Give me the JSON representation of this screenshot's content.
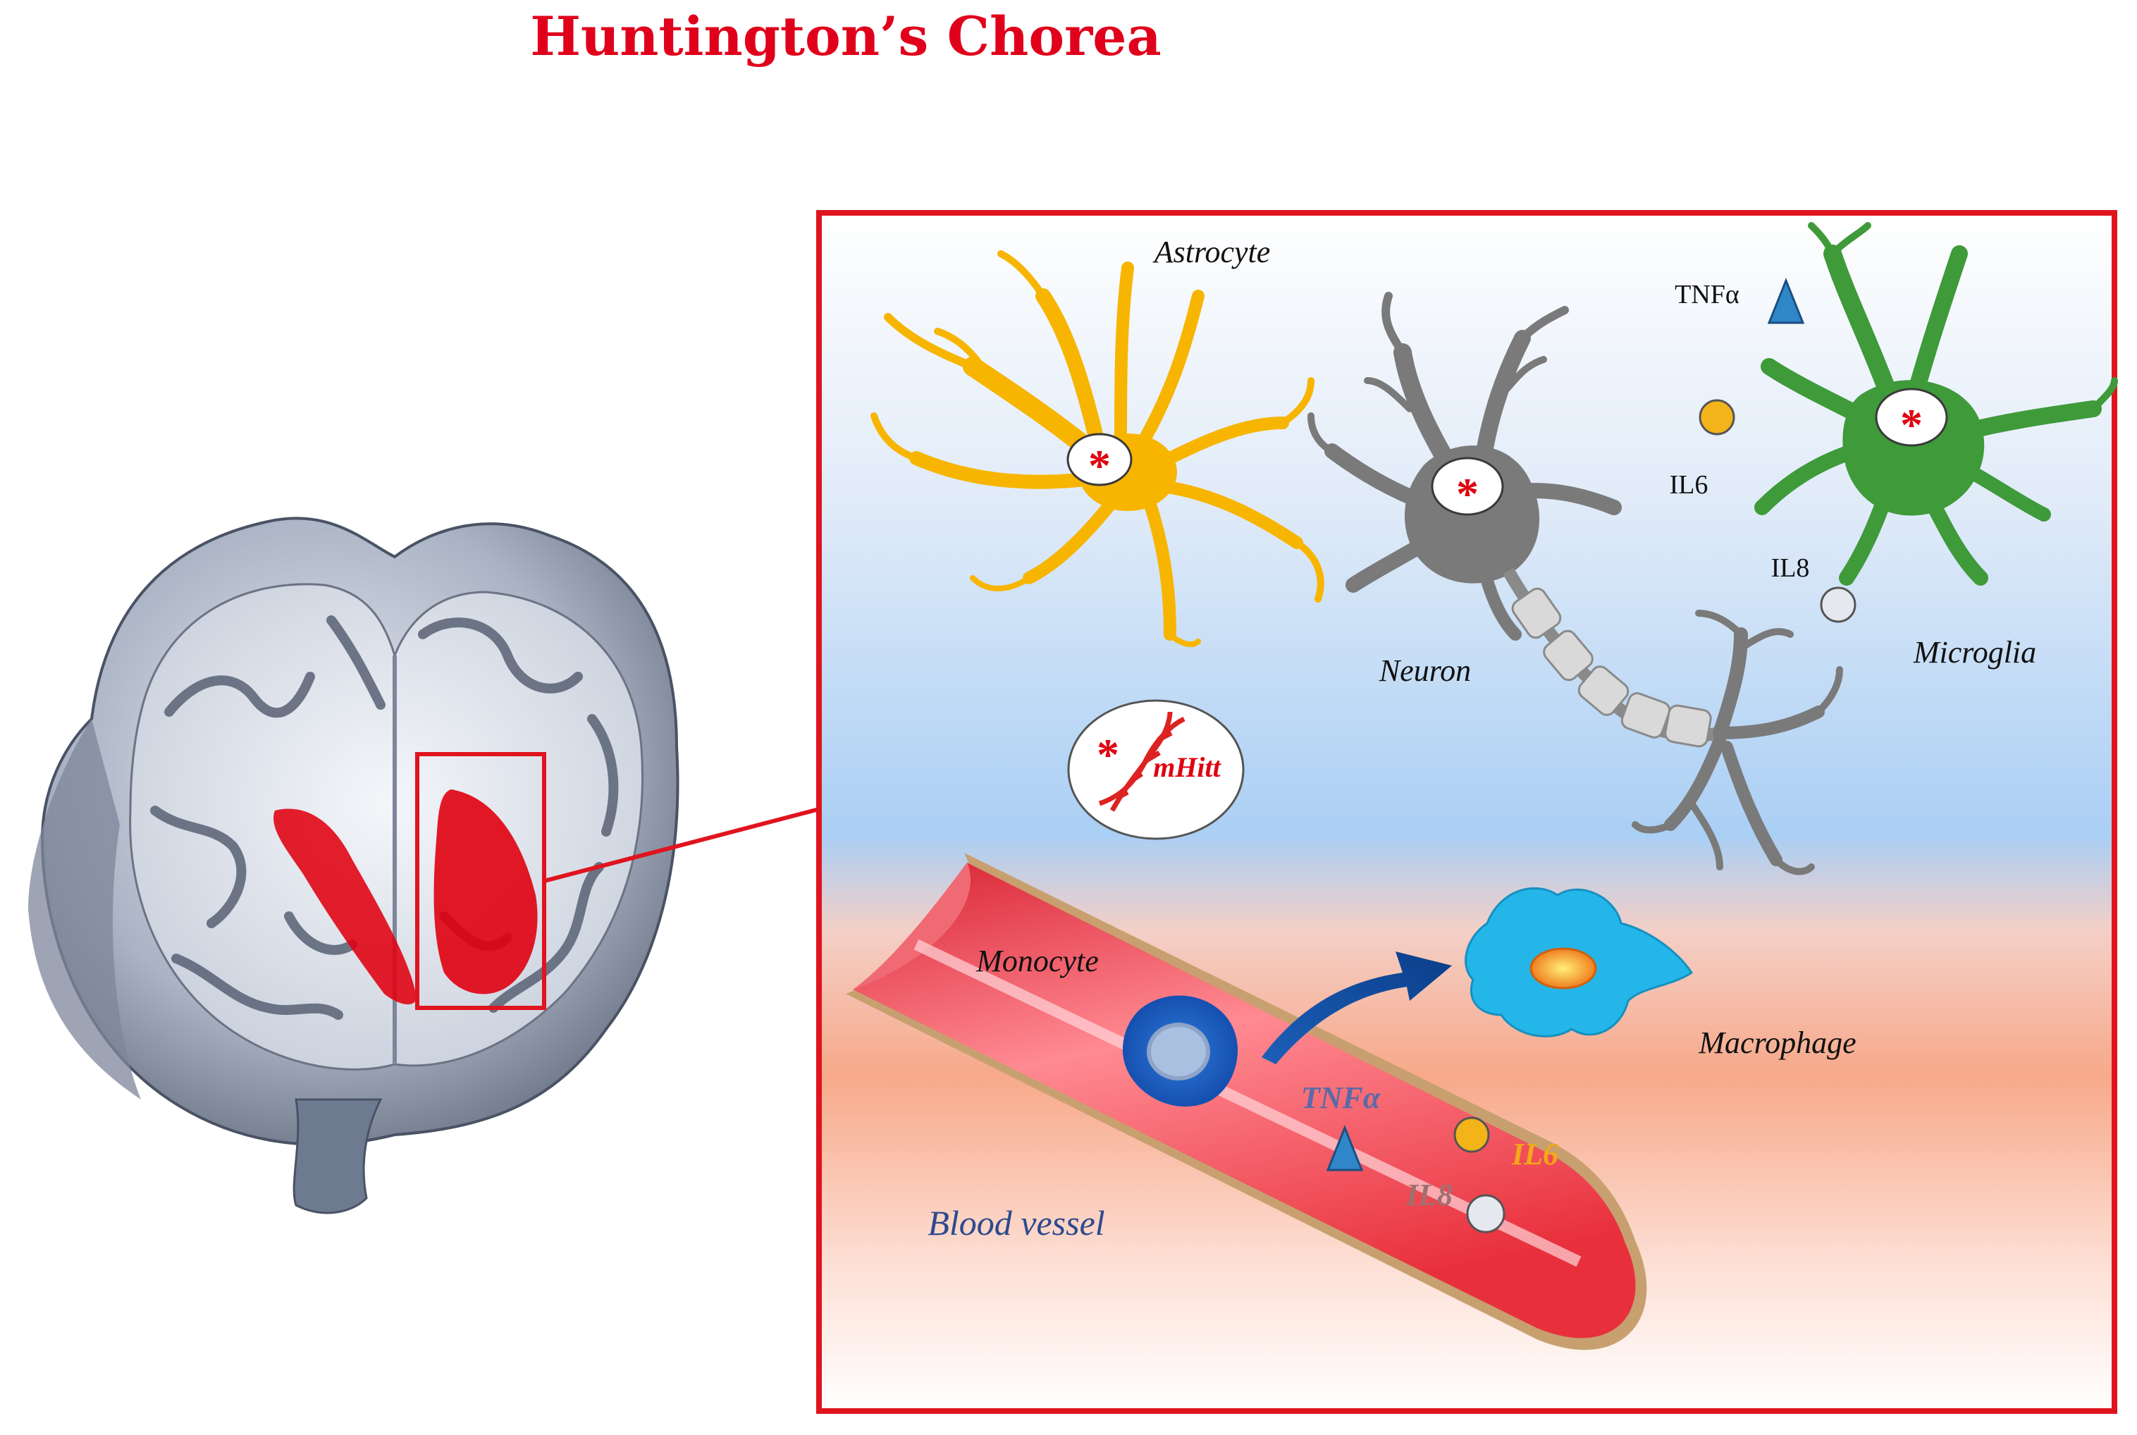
{
  "title": "Huntington’s Chorea",
  "labels": {
    "astrocyte": "Astrocyte",
    "neuron": "Neuron",
    "microglia": "Microglia",
    "monocyte": "Monocyte",
    "macrophage": "Macrophage",
    "blood_vessel": "Blood vessel",
    "mhitt": "mHitt",
    "tnfa_top": "TNFα",
    "il6_top": "IL6",
    "il8_top": "IL8",
    "tnfa_vessel": "TNFα",
    "il6_vessel": "IL6",
    "il8_vessel": "IL8"
  },
  "mutation_marker": "*",
  "colors": {
    "title": "#e0001b",
    "highlight_frame": "#e0141e",
    "striatum": "#e00010",
    "astrocyte": "#f7b500",
    "neuron": "#7a7a7a",
    "microglia": "#3f9a3a",
    "monocyte": "#1f66c9",
    "macrophage": "#24b6e8",
    "vessel": "#e8303c",
    "tnfa": "#2f86c8",
    "il6": "#f2b419",
    "il8": "#e6e8f0",
    "label_blue": "#2d4a8e"
  }
}
